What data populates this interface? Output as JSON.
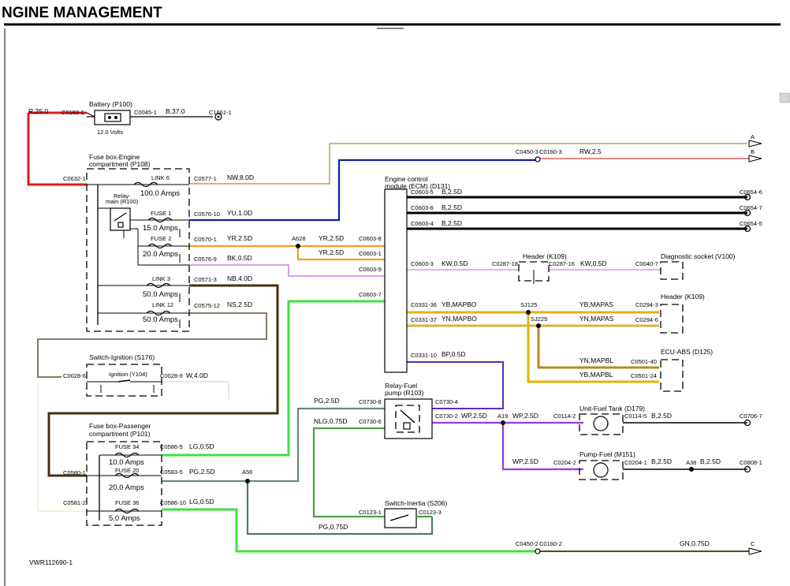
{
  "header": {
    "title": "NGINE MANAGEMENT"
  },
  "footer": {
    "code": "VWR112690-1"
  },
  "components": {
    "battery": "Battery (P100)",
    "battery_volts": "12.0 Volts",
    "fusebox_engine": [
      "Fuse box-Engine",
      "compartment (P108)"
    ],
    "relay_main": [
      "Relay-",
      "main (R100)"
    ],
    "link6": "LINK 6",
    "link6_amps": "100.0 Amps",
    "fuse1": "FUSE 1",
    "fuse1_amps": "15.0 Amps",
    "fuse2": "FUSE 2",
    "fuse2_amps": "20.0 Amps",
    "link3": "LINK 3",
    "link3_amps": "50.0 Amps",
    "link12": "LINK 12",
    "link12_amps": "50.0 Amps",
    "switch_ignition": "Switch-Ignition (S176)",
    "ignition_sub": "Ignition (Y104)",
    "ecm": [
      "Engine control",
      "module (ECM) (D131)"
    ],
    "header_k109_a": "Header (K109)",
    "diag_socket": "Diagnostic socket (V100)",
    "header_k109_b": "Header (K109)",
    "ecu_abs": "ECU-ABS (D125)",
    "relay_fuel": [
      "Relay-Fuel",
      "pump (R103)"
    ],
    "unit_fuel_tank": "Unit-Fuel Tank (D179)",
    "pump_fuel": "Pump-Fuel (M151)",
    "fusebox_passenger": [
      "Fuse box-Passenger",
      "compartment (P101)"
    ],
    "fuse34": "FUSE 34",
    "fuse34_amps": "10.0 Amps",
    "fuse20": "FUSE 20",
    "fuse20_amps": "20.0 Amps",
    "fuse36": "FUSE 36",
    "fuse36_amps": "5.0 Amps",
    "switch_inertia": "Switch-Inertia (S206)"
  },
  "wires": {
    "r25": "R,25.0",
    "b37": "B,37.0",
    "nw8": "NW,8.0D",
    "yu1": "YU,1.0D",
    "yr25a": "YR,2.5D",
    "yr25b": "YR,2.5D",
    "yr25c": "YR,2.5D",
    "bk05": "BK,0.5D",
    "nb4": "NB,4.0D",
    "ns25": "NS,2.5D",
    "w4": "W,4.0D",
    "rw25": "RW,2.5",
    "b25a": "B,2.5D",
    "b25b": "B,2.5D",
    "b25c": "B,2.5D",
    "kw05a": "KW,0.5D",
    "kw05b": "KW,0.5D",
    "yb_mapbo": "YB,MAPBO",
    "yn_mapbo": "YN,MAPBO",
    "yb_mapas": "YB,MAPAS",
    "yn_mapas": "YN,MAPAS",
    "yn_mapbl": "YN,MAPBL",
    "yb_mapbl": "YB,MAPBL",
    "bp05": "BP,0.5D",
    "pg25a": "PG,2.5D",
    "nlg075": "NLG,0.75D",
    "wp25a": "WP,2.5D",
    "wp25b": "WP,2.5D",
    "wp25c": "WP,2.5D",
    "b25d": "B,2.5D",
    "b25e": "B,2.5D",
    "b25f": "B,2.5D",
    "lg05a": "LG,0.5D",
    "pg25b": "PG,2.5D",
    "lg05b": "LG,0.5D",
    "pg075": "PG,0.75D",
    "gn075": "GN,0.75D"
  },
  "connectors": {
    "c0192_1": "C0192-1",
    "c0045_1": "C0045-1",
    "c1661_1": "C1661-1",
    "c0632_1": "C0632-1",
    "c0577_1": "C0577-1",
    "c0576_10": "C0576-10",
    "c0570_1": "C0570-1",
    "c0576_9": "C0576-9",
    "c0571_3": "C0571-3",
    "c0575_12": "C0575-12",
    "c0028_6": "C0028-6",
    "c0028_9": "C0028-9",
    "c0450_3": "C0450-3",
    "c0160_3": "C0160-3",
    "c0603_5": "C0603-5",
    "c0603_6": "C0603-6",
    "c0603_4": "C0603-4",
    "c0654_6": "C0654-6",
    "c0654_7": "C0654-7",
    "c0654_5": "C0654-5",
    "c0603_8": "C0603-8",
    "c0603_1": "C0603-1",
    "c0603_9": "C0603-9",
    "c0603_3": "C0603-3",
    "c0603_7": "C0603-7",
    "c0287_18": "C0287-18",
    "c0287_16": "C0287-16",
    "c0040_7": "C0040-7",
    "c0331_36": "C0331-36",
    "c0331_37": "C0331-37",
    "c0294_3": "C0294-3",
    "c0294_6": "C0294-6",
    "c0501_40": "C0501-40",
    "c0501_24": "C0501-24",
    "c0331_10": "C0331-10",
    "c0730_8": "C0730-8",
    "c0730_4": "C0730-4",
    "c0730_6": "C0730-6",
    "c0730_2": "C0730-2",
    "c0114_2": "C0114-2",
    "c0114_5": "C0114-5",
    "c0706_7": "C0706-7",
    "c0204_2": "C0204-2",
    "c0204_1": "C0204-1",
    "c0808_1": "C0808-1",
    "c0586_5": "C0586-5",
    "c0583_5": "C0583-5",
    "c0586_10": "C0586-10",
    "c0580_1": "C0580-1",
    "c0581_2": "C0581-2",
    "c0123_1": "C0123-1",
    "c0123_3": "C0123-3",
    "c0450_2": "C0450-2",
    "c0160_2": "C0160-2"
  },
  "splices": {
    "a628": "A628",
    "sj125": "SJ125",
    "sj225": "SJ225",
    "a19": "A19",
    "a38": "A38",
    "a56": "A56"
  },
  "offpage": {
    "a": "A",
    "b": "B",
    "c": "C"
  }
}
